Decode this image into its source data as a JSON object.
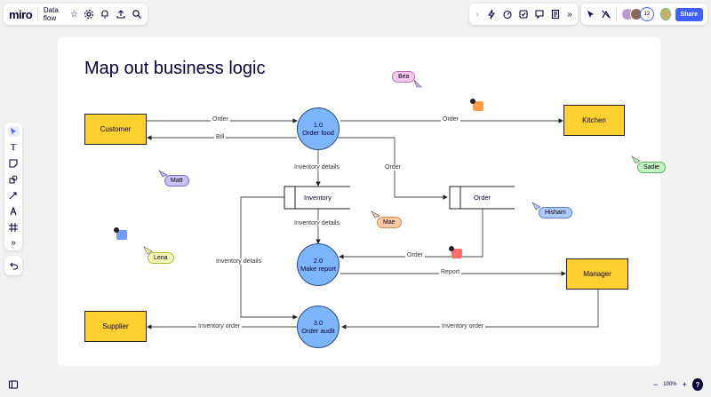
{
  "app": {
    "logo": "miro",
    "board_name": "Data flow"
  },
  "collab": {
    "count": "12",
    "share_label": "Share"
  },
  "zoom": {
    "level": "100%",
    "minus": "−",
    "plus": "+",
    "help": "?"
  },
  "board": {
    "title": "Map out business logic",
    "entities": {
      "customer": "Customer",
      "kitchen": "Kitchen",
      "manager": "Manager",
      "supplier": "Supplier"
    },
    "processes": {
      "p1_num": "1.0",
      "p1_name": "Order food",
      "p2_num": "2.0",
      "p2_name": "Make report",
      "p3_num": "3.0",
      "p3_name": "Order audit"
    },
    "stores": {
      "inventory": "Inventory",
      "order": "Order"
    },
    "flows": {
      "cust_order": "Order",
      "bill": "Bill",
      "kitchen_order": "Order",
      "inv_details_1": "Inventory details",
      "order_store": "Order",
      "inv_details_2": "Inventory details",
      "inv_details_3": "Inventory details",
      "order_to_report": "Order",
      "report": "Report",
      "inv_order_supplier": "Inventory order",
      "inv_order_manager": "Inventory order"
    },
    "cursors": {
      "bea": "Bea",
      "matt": "Matt",
      "mae": "Mae",
      "hisham": "Hisham",
      "sadie": "Sadie",
      "lena": "Lena"
    }
  },
  "colors": {
    "accent": "#4262ff",
    "entity": "#ffd02f",
    "process": "#7eb5ff",
    "ink": "#050038"
  }
}
